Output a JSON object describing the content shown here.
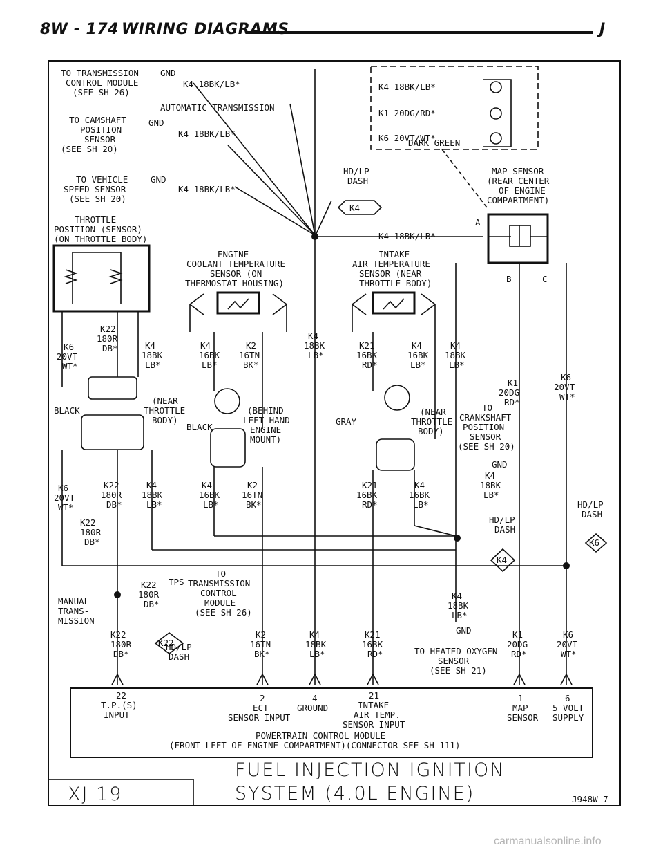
{
  "header": {
    "page_label": "8W - 174",
    "section_title": "WIRING DIAGRAMS",
    "corner_letter": "J"
  },
  "labels": {
    "trans_module": [
      "TO TRANSMISSION",
      "CONTROL MODULE",
      "(SEE SH 26)"
    ],
    "gnd": "GND",
    "k4_18bklb": "K4 18BK/LB*",
    "auto_trans": "AUTOMATIC TRANSMISSION",
    "cam_sensor": [
      "TO CAMSHAFT",
      "POSITION",
      "SENSOR",
      "(SEE SH 20)"
    ],
    "vss": [
      "TO VEHICLE",
      "SPEED SENSOR",
      "(SEE SH 20)"
    ],
    "tps": [
      "THROTTLE",
      "POSITION (SENSOR)",
      "(ON THROTTLE BODY)"
    ],
    "hdlp_dash": [
      "HD/LP",
      "DASH"
    ],
    "k4_tag": "K4",
    "k6_tag": "K6",
    "k22_tag": "K22",
    "map_sensor": [
      "MAP SENSOR",
      "(REAR CENTER",
      "OF ENGINE",
      "COMPARTMENT)"
    ],
    "map_pins": [
      "K4 18BK/LB*",
      "K1 20DG/RD*",
      "K6 20VT/WT*",
      "DARK GREEN"
    ],
    "pin_letters": [
      "A",
      "B",
      "C"
    ],
    "ect": [
      "ENGINE",
      "COOLANT TEMPERATURE",
      "SENSOR (ON",
      "THERMOSTAT HOUSING)"
    ],
    "iat": [
      "INTAKE",
      "AIR TEMPERATURE",
      "SENSOR (NEAR",
      "THROTTLE BODY)"
    ],
    "w_k6": [
      "K6",
      "20VT",
      "WT*"
    ],
    "w_k22": [
      "K22",
      "180R",
      "DB*"
    ],
    "w_k4_lb": [
      "K4",
      "18BK",
      "LB*"
    ],
    "w_k2": [
      "K2",
      "16TN",
      "BK*"
    ],
    "w_k4_16": [
      "K4",
      "16BK",
      "LB*"
    ],
    "w_k21": [
      "K21",
      "16BK",
      "RD*"
    ],
    "w_k1": [
      "K1",
      "20DG",
      "RD*"
    ],
    "black": "BLACK",
    "gray": "GRAY",
    "near_throttle": [
      "(NEAR",
      "THROTTLE",
      "BODY)"
    ],
    "behind_mount": [
      "(BEHIND",
      "LEFT HAND",
      "ENGINE",
      "MOUNT)"
    ],
    "crank": [
      "TO",
      "CRANKSHAFT",
      "POSITION",
      "SENSOR",
      "(SEE SH 20)"
    ],
    "manual_trans": [
      "MANUAL",
      "TRANS-",
      "MISSION"
    ],
    "tps_short": "TPS",
    "tcm": [
      "TO",
      "TRANSMISSION",
      "CONTROL",
      "MODULE",
      "(SEE SH 26)"
    ],
    "heated_o2": [
      "TO HEATED OXYGEN",
      "SENSOR",
      "(SEE SH 21)"
    ],
    "pcm_pins": [
      {
        "num": "22",
        "text": [
          "T.P.(S)",
          "INPUT"
        ]
      },
      {
        "num": "2",
        "text": [
          "ECT",
          "SENSOR INPUT"
        ]
      },
      {
        "num": "4",
        "text": [
          "GROUND"
        ]
      },
      {
        "num": "21",
        "text": [
          "INTAKE",
          "AIR TEMP.",
          "SENSOR INPUT"
        ]
      },
      {
        "num": "1",
        "text": [
          "MAP",
          "SENSOR"
        ]
      },
      {
        "num": "6",
        "text": [
          "5 VOLT",
          "SUPPLY"
        ]
      }
    ],
    "pcm": [
      "POWERTRAIN CONTROL MODULE",
      "(FRONT LEFT OF ENGINE COMPARTMENT)(CONNECTOR SEE SH 111)"
    ]
  },
  "footer": {
    "model": "XJ 19",
    "title_line1": "FUEL INJECTION IGNITION",
    "title_line2": "SYSTEM (4.0L ENGINE)",
    "figure_id": "J948W-7"
  },
  "watermark": "carmanualsonline.info"
}
